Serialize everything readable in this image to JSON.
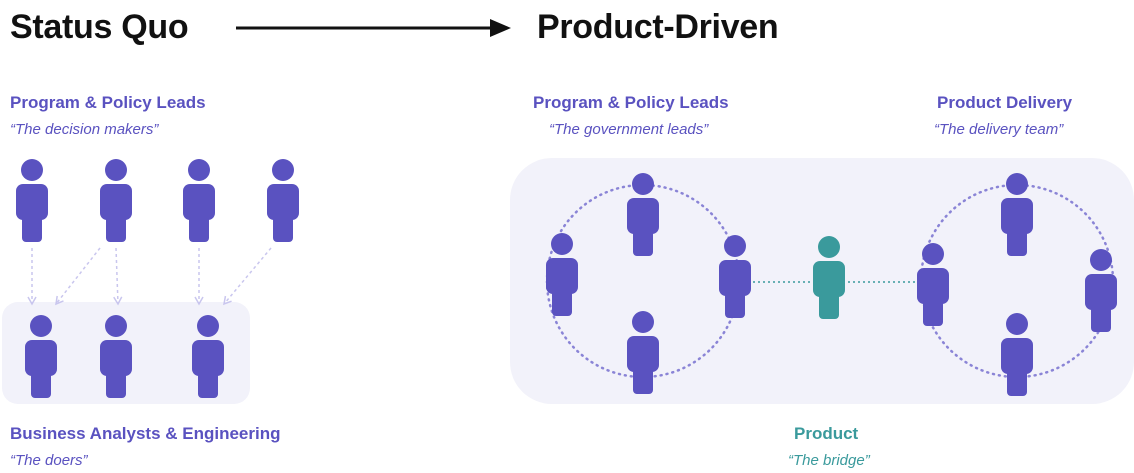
{
  "headings": {
    "left": "Status Quo",
    "right": "Product-Driven"
  },
  "status_quo": {
    "top_label": "Program & Policy Leads",
    "top_sub": "“The decision makers”",
    "bottom_label": "Business Analysts & Engineering",
    "bottom_sub": "“The doers”"
  },
  "product_driven": {
    "left_label": "Program & Policy Leads",
    "left_sub": "“The government leads”",
    "right_label": "Product Delivery",
    "right_sub": "“The delivery team”",
    "center_label": "Product",
    "center_sub": "“The bridge”"
  },
  "colors": {
    "person": "#5a52c0",
    "bridge": "#3a9a9c",
    "panel": "#f2f2fa",
    "dotted_arrow": "#c9c6ee"
  },
  "icons": {
    "person": "person-icon",
    "arrow": "arrow-right-icon"
  }
}
